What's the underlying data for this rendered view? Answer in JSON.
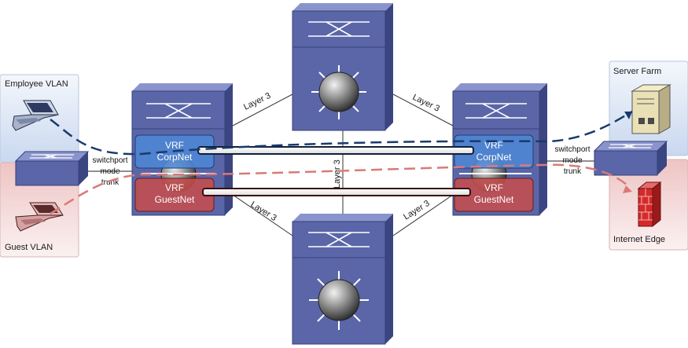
{
  "zones": {
    "employee_vlan": "Employee VLAN",
    "guest_vlan": "Guest VLAN",
    "server_farm": "Server Farm",
    "internet_edge": "Internet Edge"
  },
  "links": {
    "layer3_top_left": "Layer 3",
    "layer3_top_right": "Layer 3",
    "layer3_center": "Layer 3",
    "layer3_bottom_left": "Layer 3",
    "layer3_bottom_right": "Layer 3"
  },
  "trunks": {
    "left": [
      "switchport",
      "mode",
      "trunk"
    ],
    "right": [
      "switchport",
      "mode",
      "trunk"
    ]
  },
  "vrfs": {
    "corp": [
      "VRF",
      "CorpNet"
    ],
    "guest": [
      "VRF",
      "GuestNet"
    ]
  },
  "colors": {
    "switch_face": "#5a66a8",
    "switch_top": "#8a94cc",
    "switch_side": "#3a4582",
    "corp_blue": "#4d86d4",
    "guest_red": "#c44d4d",
    "employee_bg": "#dbe5f4",
    "guest_bg": "#f2d3d3",
    "firewall": "#d42a2a"
  }
}
